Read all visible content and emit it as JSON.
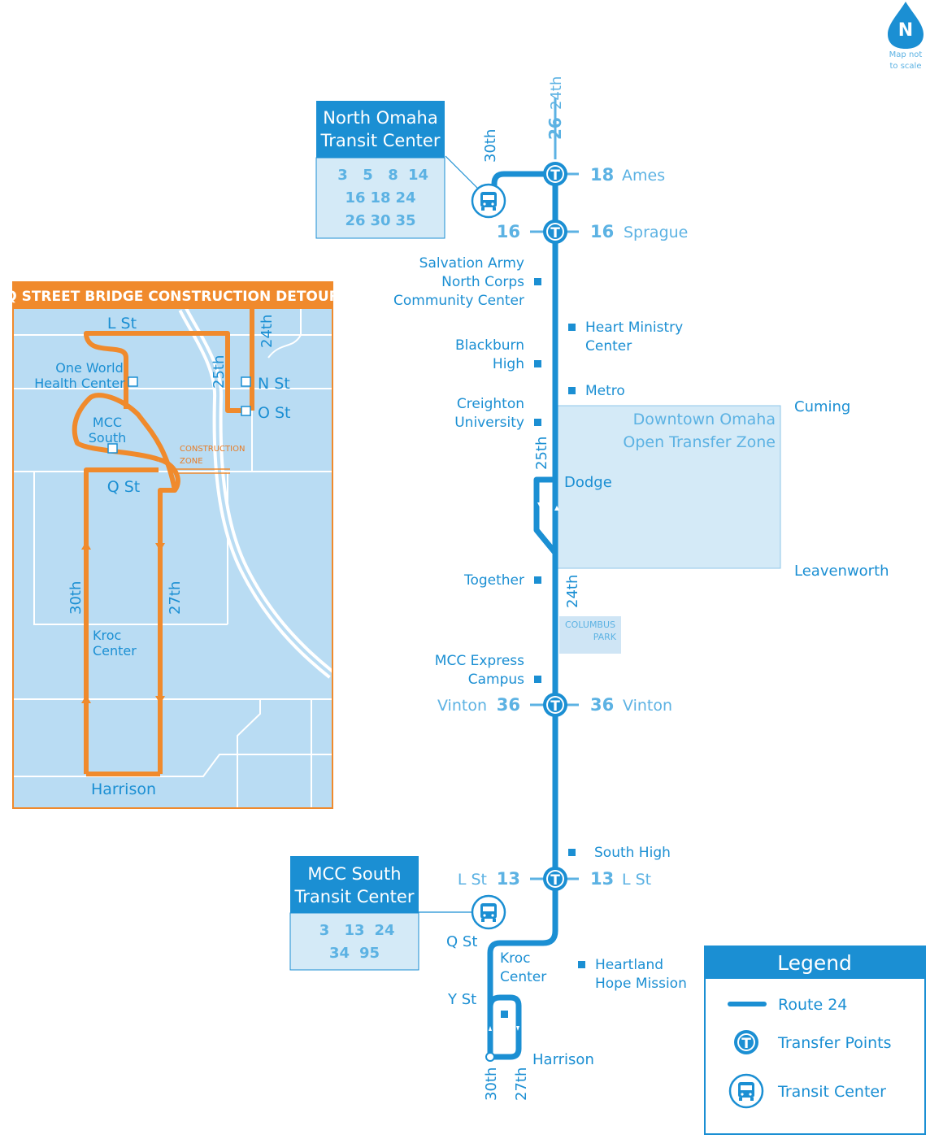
{
  "north_indicator": {
    "letter": "N",
    "note_line1": "Map not",
    "note_line2": "to scale"
  },
  "north_transit_center": {
    "title_line1": "North Omaha",
    "title_line2": "Transit Center",
    "routes": [
      [
        "3",
        "5",
        "8",
        "14"
      ],
      [
        "16",
        "18",
        "24"
      ],
      [
        "26",
        "30",
        "35"
      ]
    ]
  },
  "south_transit_center": {
    "title_line1": "MCC South",
    "title_line2": "Transit Center",
    "routes": [
      [
        "3",
        "13",
        "24"
      ],
      [
        "34",
        "95"
      ]
    ]
  },
  "streets": {
    "s24th_top": "24th",
    "r26": "26",
    "s30th_top": "30th",
    "s25th": "25th",
    "s24th_mid": "24th",
    "dodge": "Dodge",
    "cuming": "Cuming",
    "leavenworth": "Leavenworth",
    "q_st": "Q St",
    "y_st": "Y St",
    "harrison": "Harrison",
    "s30th_bottom": "30th",
    "s27th_bottom": "27th"
  },
  "transfers": {
    "ames": {
      "route": "18",
      "name": "Ames"
    },
    "sprague_left": {
      "route": "16"
    },
    "sprague_right": {
      "route": "16",
      "name": "Sprague"
    },
    "vinton_left": {
      "route": "36",
      "name": "Vinton"
    },
    "vinton_right": {
      "route": "36",
      "name": "Vinton"
    },
    "l_left": {
      "route": "13",
      "name": "L St"
    },
    "l_right": {
      "route": "13",
      "name": "L St"
    },
    "symbol": "T"
  },
  "stops": {
    "salvation": [
      "Salvation Army",
      "North Corps",
      "Community Center"
    ],
    "heart": [
      "Heart Ministry",
      "Center"
    ],
    "blackburn": [
      "Blackburn",
      "High"
    ],
    "metro": "Metro",
    "creighton": [
      "Creighton",
      "University"
    ],
    "together": "Together",
    "mcc_express": [
      "MCC Express",
      "Campus"
    ],
    "south_high": "South High",
    "kroc": [
      "Kroc",
      "Center"
    ],
    "heartland": [
      "Heartland",
      "Hope Mission"
    ]
  },
  "zones": {
    "downtown": [
      "Downtown Omaha",
      "Open Transfer Zone"
    ],
    "columbus_park": [
      "COLUMBUS",
      "PARK"
    ]
  },
  "detour": {
    "title": "Q STREET BRIDGE CONSTRUCTION DETOUR",
    "labels": {
      "l_st": "L St",
      "s24th": "24th",
      "s25th": "25th",
      "n_st": "N St",
      "o_st": "O St",
      "one_world": [
        "One World",
        "Health Center"
      ],
      "mcc_south": [
        "MCC",
        "South"
      ],
      "construction": [
        "CONSTRUCTION",
        "ZONE"
      ],
      "q_st": "Q St",
      "s30th": "30th",
      "s27th": "27th",
      "kroc": [
        "Kroc",
        "Center"
      ],
      "harrison": "Harrison"
    }
  },
  "legend": {
    "title": "Legend",
    "route": "Route 24",
    "transfer": "Transfer Points",
    "transit_center": "Transit Center"
  },
  "colors": {
    "route": "#1b8fd3",
    "light_blue": "#5cb2e3",
    "zone_fill": "#d4eaf7",
    "detour_orange": "#f08a2c",
    "detour_bg": "#b9dcf3"
  }
}
